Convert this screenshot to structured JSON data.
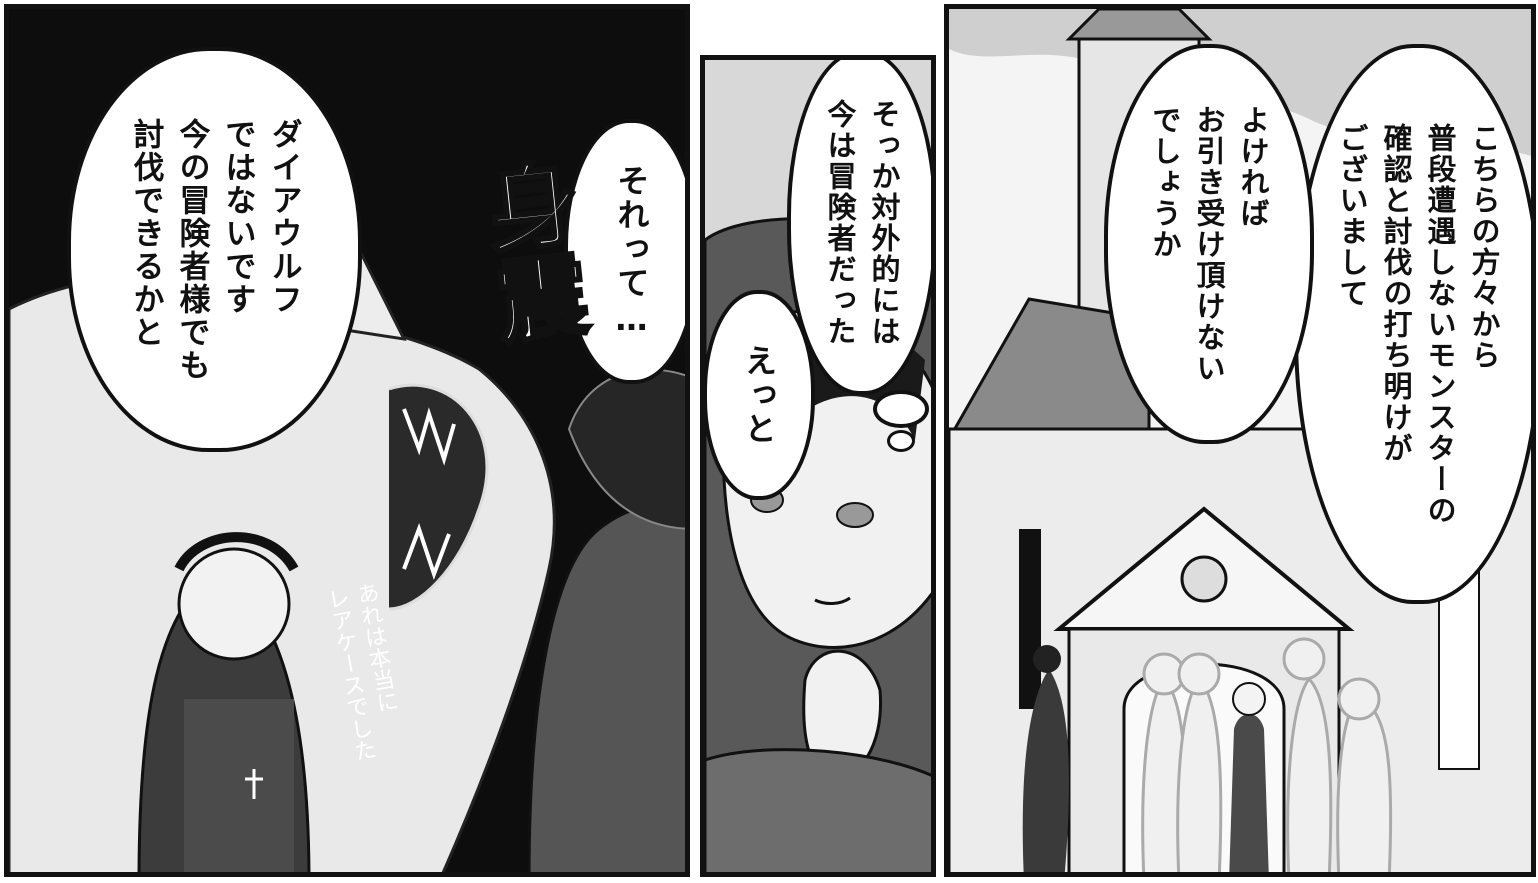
{
  "panels": {
    "left": {
      "bubble_right": "それって…",
      "bubble_left": "ダイアウルフ\nではないです\n今の冒険者様でも\n討伐できるかと",
      "sfx": "身震",
      "whisper": "あれは本当に\nレアケースでした"
    },
    "middle": {
      "bubble_top": "そっか対外的には\n今は冒険者だった",
      "bubble_small": "えっと"
    },
    "right": {
      "bubble_right": "こちらの方々から\n普段遭遇しないモンスターの\n確認と討伐の打ち明けが\nございまして",
      "bubble_left": "よければ\nお引き受け頂けない\nでしょうか"
    }
  }
}
